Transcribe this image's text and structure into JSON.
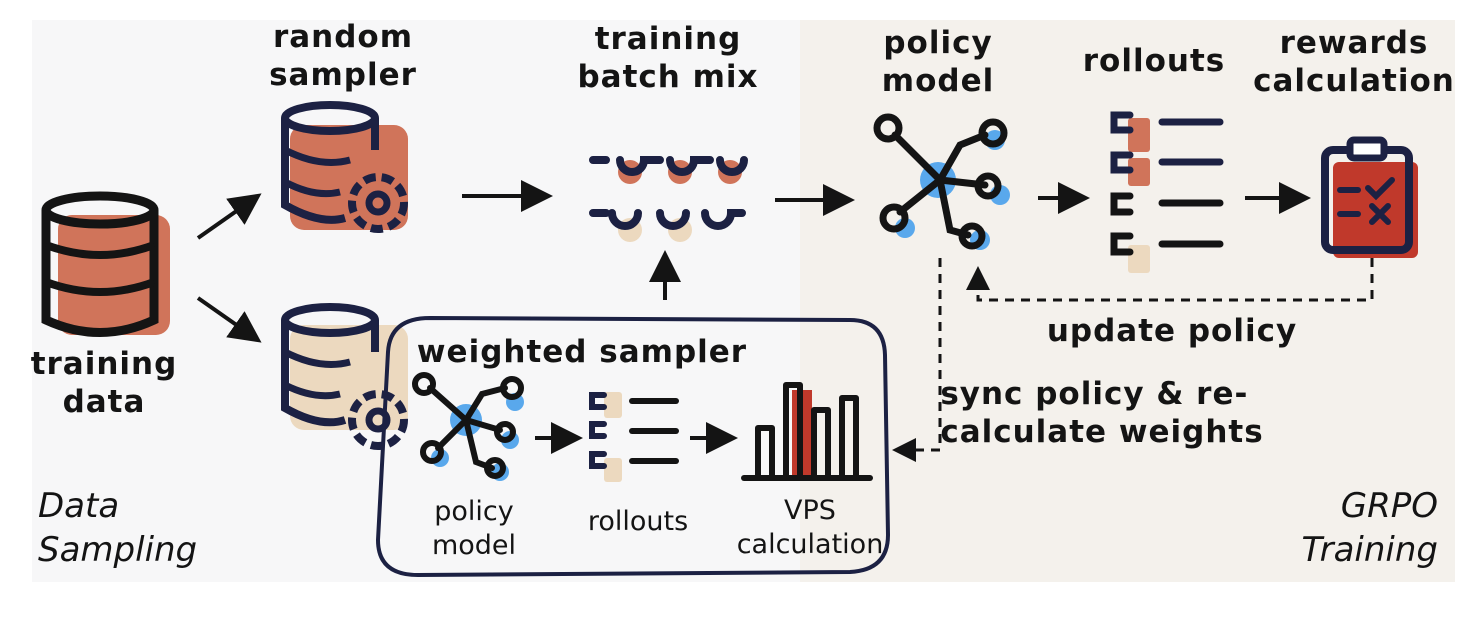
{
  "labels": {
    "training_data": [
      "training",
      "data"
    ],
    "random_sampler": [
      "random",
      "sampler"
    ],
    "training_batch_mix": [
      "training",
      "batch mix"
    ],
    "policy_model": [
      "policy",
      "model"
    ],
    "rollouts": "rollouts",
    "rewards_calculation": [
      "rewards",
      "calculation"
    ],
    "update_policy": "update policy",
    "sync_policy": [
      "sync policy & re-",
      "calculate weights"
    ],
    "weighted_sampler": "weighted sampler",
    "inner_policy_model": [
      "policy",
      "model"
    ],
    "inner_rollouts": "rollouts",
    "inner_vps": [
      "VPS",
      "calculation"
    ],
    "data_sampling": [
      "Data",
      "Sampling"
    ],
    "grpo_training": [
      "GRPO",
      "Training"
    ]
  },
  "colors": {
    "navy": "#1c2143",
    "terracotta": "#d0745a",
    "beige": "#ecd9bf",
    "blue": "#59a8ec",
    "red": "#c0392b",
    "black": "#141414"
  }
}
